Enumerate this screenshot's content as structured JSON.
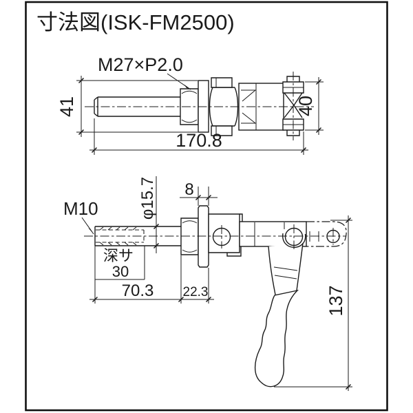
{
  "title": "寸法図(ISK-FM2500)",
  "colors": {
    "line": "#1a1a1a",
    "frame": "#111111",
    "background": "#ffffff"
  },
  "top_view": {
    "thread_label": "M27×P2.0",
    "dim_flange_od": "41",
    "dim_roller_height": "40",
    "dim_overall_length": "170.8"
  },
  "bottom_view": {
    "thread_label": "M10",
    "dim_rod_diameter": "φ15.7",
    "dim_flange_width": "8",
    "thread_depth_label": "深サ",
    "thread_depth_value": "30",
    "dim_shank_length": "70.3",
    "dim_body_length": "22.3",
    "dim_handle_height": "137"
  }
}
